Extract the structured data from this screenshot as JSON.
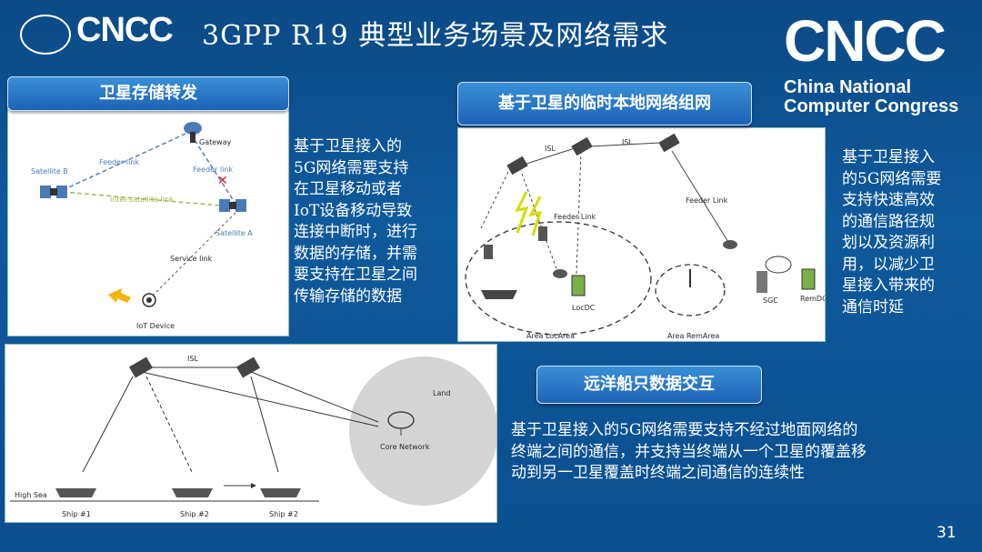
{
  "slide": {
    "title": "3GPP R19 典型业务场景及网络需求",
    "page_number": "31"
  },
  "logos": {
    "small": "CNCC",
    "big": "CNCC",
    "big_sub_line1": "China National",
    "big_sub_line2": "Computer Congress"
  },
  "section1": {
    "header": "卫星存储转发",
    "text_lines": [
      "基于卫星接入的",
      "5G网络需要支持",
      "在卫星移动或者",
      "IoT设备移动导致",
      "连接中断时，进行",
      "数据的存储，并需",
      "要支持在卫星之间",
      "传输存储的数据"
    ],
    "diagram": {
      "gateway": "Gateway",
      "feeder_link_1": "Feeder link",
      "feeder_link_2": "Feeder link",
      "satellite_b": "Satellite B",
      "satellite_a": "Satellite A",
      "inter_satellite_link": "Inter-satellite link",
      "service_link": "Service link",
      "iot_device": "IoT Device"
    }
  },
  "section2": {
    "header": "基于卫星的临时本地网络组网",
    "text_lines": [
      "基于卫星接入",
      "的5G网络需要",
      "支持快速高效",
      "的通信路径规",
      "划以及资源利",
      "用，以减少卫",
      "星接入带来的",
      "通信时延"
    ],
    "diagram": {
      "isl_1": "ISL",
      "isl_2": "ISL",
      "feeder_link_1": "Feeder Link",
      "feeder_link_2": "Feeder Link",
      "locdc": "LocDC",
      "sgc": "SGC",
      "remdc": "RemDC",
      "area_loc": "Area LocArea",
      "area_rem": "Area RemArea"
    }
  },
  "section3": {
    "header": "远洋船只数据交互",
    "text_lines": [
      "基于卫星接入的5G网络需要支持不经过地面网络的",
      "终端之间的通信，并支持当终端从一个卫星的覆盖移",
      "动到另一卫星覆盖时终端之间通信的连续性"
    ],
    "diagram": {
      "isl": "ISL",
      "land": "Land",
      "core_network": "Core Network",
      "high_sea": "High Sea",
      "ship1": "Ship #1",
      "ship2a": "Ship #2",
      "ship2b": "Ship #2"
    }
  }
}
